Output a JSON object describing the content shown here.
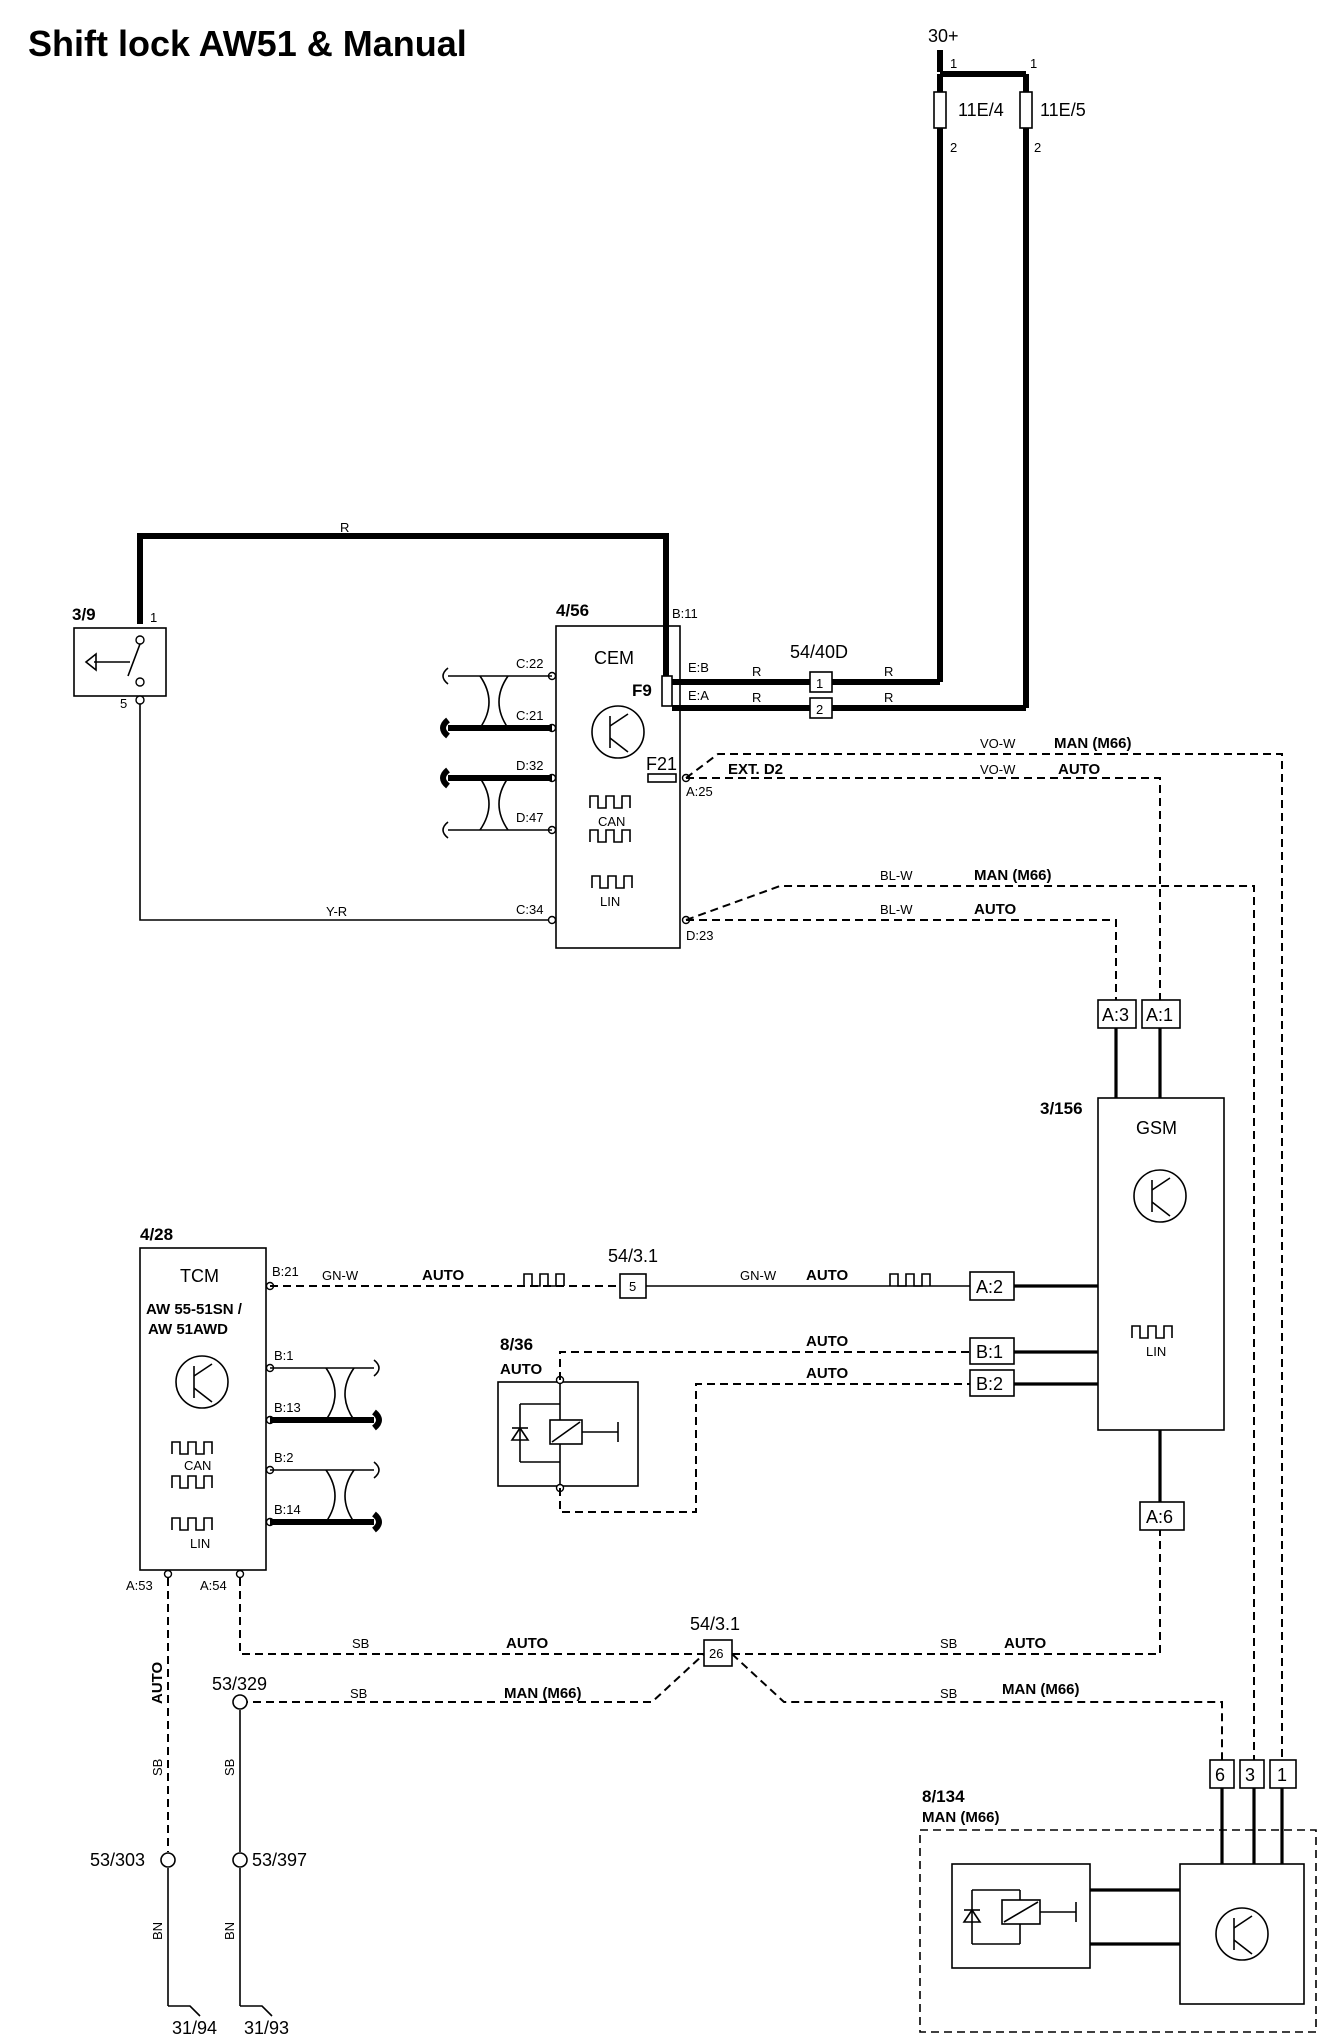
{
  "title": "Shift lock AW51 & Manual",
  "supply": "30+",
  "fuses": [
    {
      "id": "11E/4",
      "pin_top": "1",
      "pin_bottom": "2"
    },
    {
      "id": "11E/5",
      "pin_top": "1",
      "pin_bottom": "2"
    }
  ],
  "switch_3_9": {
    "id": "3/9",
    "pin_1": "1",
    "pin_5": "5"
  },
  "cem": {
    "id": "4/56",
    "name": "CEM",
    "lin": "LIN",
    "can": "CAN",
    "fuse_f9": "F9",
    "fuse_f21": "F21",
    "pins": [
      "B:11",
      "C:22",
      "C:21",
      "D:32",
      "D:47",
      "C:34",
      "E:B",
      "E:A",
      "A:25",
      "D:23"
    ]
  },
  "connector_54_40d": {
    "id": "54/40D",
    "pin_1": "1",
    "pin_2": "2"
  },
  "wire_colors": {
    "r": "R",
    "yr": "Y-R",
    "vow": "VO-W",
    "blw": "BL-W",
    "gnw": "GN-W",
    "sb": "SB",
    "bn": "BN"
  },
  "conditions": {
    "man": "MAN (M66)",
    "auto": "AUTO",
    "ext_d2": "EXT. D2"
  },
  "gsm": {
    "id": "3/156",
    "name": "GSM",
    "lin": "LIN",
    "pins": [
      "A:3",
      "A:1",
      "A:2",
      "B:1",
      "B:2",
      "A:6"
    ]
  },
  "tcm": {
    "id": "4/28",
    "name": "TCM",
    "variant_1": "AW 55-51SN /",
    "variant_2": "AW 51AWD",
    "can": "CAN",
    "lin": "LIN",
    "pins": [
      "B:21",
      "B:1",
      "B:13",
      "B:2",
      "B:14",
      "A:53",
      "A:54"
    ]
  },
  "splice_54_3_1": {
    "id": "54/3.1",
    "pin_5": "5",
    "pin_26": "26"
  },
  "solenoid_8_36": {
    "id": "8/36",
    "condition": "AUTO"
  },
  "unit_8_134": {
    "id": "8/134",
    "condition": "MAN (M66)",
    "pins": [
      "6",
      "3",
      "1"
    ]
  },
  "grounds": {
    "g53_329": "53/329",
    "g53_303": "53/303",
    "g53_397": "53/397",
    "g31_94": "31/94",
    "g31_93": "31/93"
  }
}
